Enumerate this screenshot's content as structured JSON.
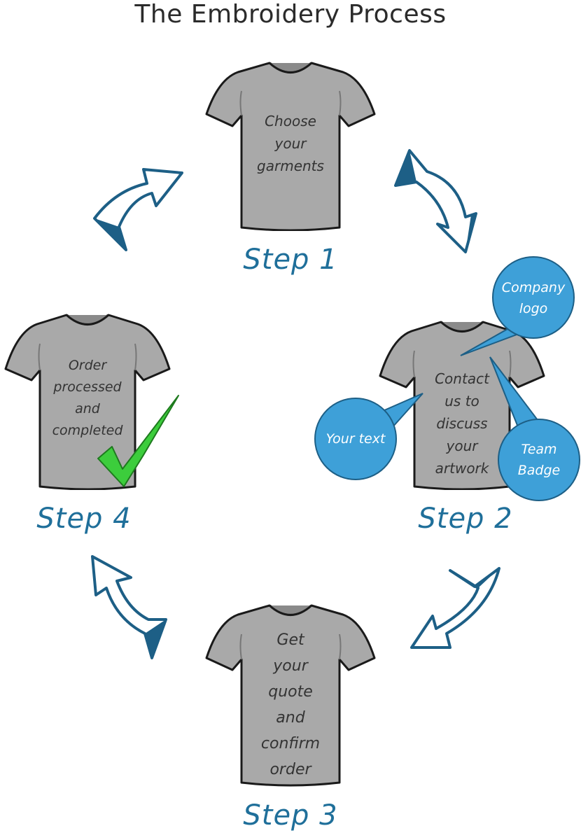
{
  "title": "The Embroidery Process",
  "steps": [
    {
      "label": "Step 1",
      "lines": [
        "Choose",
        "your",
        "garments"
      ]
    },
    {
      "label": "Step 2",
      "lines": [
        "Contact",
        "us to",
        "discuss",
        "your",
        "artwork"
      ]
    },
    {
      "label": "Step 3",
      "lines": [
        "Get",
        "your",
        "quote",
        "and",
        "confirm",
        "order"
      ]
    },
    {
      "label": "Step 4",
      "lines": [
        "Order",
        "processed",
        "and",
        "completed"
      ]
    }
  ],
  "bubbles": {
    "company_logo": [
      "Company",
      "logo"
    ],
    "your_text": [
      "Your text"
    ],
    "team_badge": [
      "Team",
      "Badge"
    ]
  },
  "colors": {
    "shirt": "#a9a9a9",
    "bubble": "#3ea0d8",
    "label": "#1f6f9a",
    "arrow_outline": "#1d5f86",
    "check": "#3ccd3c"
  },
  "icons": [
    "t-shirt-icon",
    "cycle-arrow-icon",
    "checkmark-icon",
    "speech-bubble-icon"
  ]
}
